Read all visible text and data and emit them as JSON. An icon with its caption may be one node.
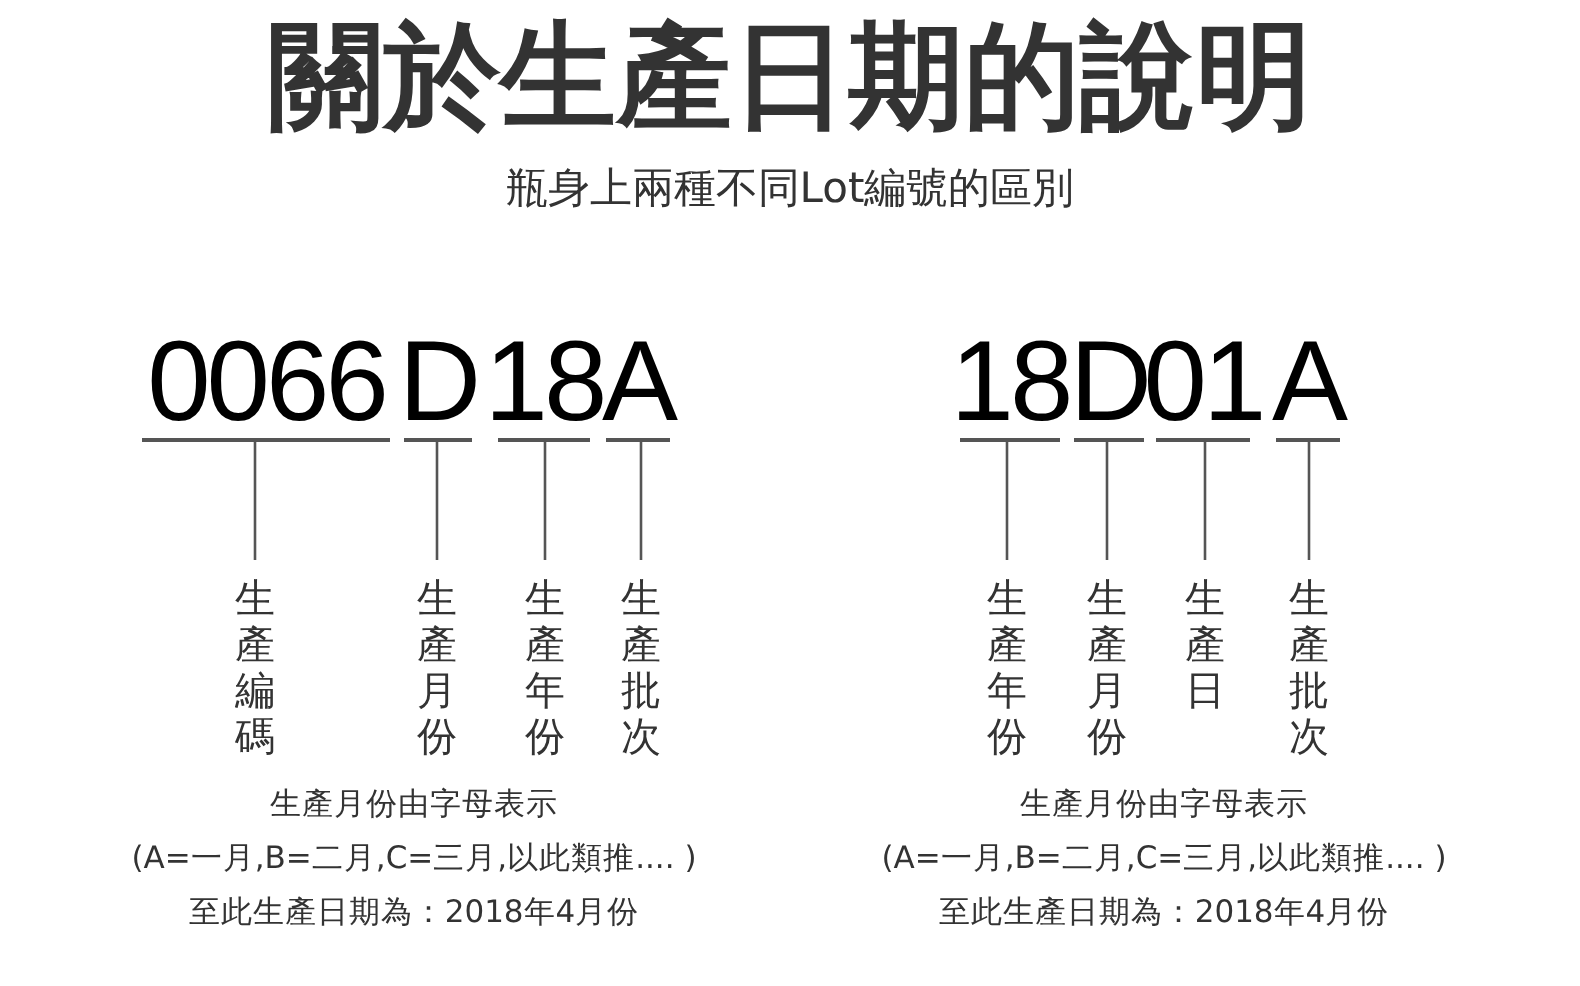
{
  "diagram": {
    "title": "關於生產日期的說明",
    "caption": "瓶身上兩種不同Lot編號的區別",
    "nodes": [
      {
        "text": [
          "0066"
        ]
      },
      {
        "text": [
          "D"
        ]
      },
      {
        "text": [
          "18"
        ]
      },
      {
        "text": [
          "A"
        ]
      },
      {
        "text": [
          "生產編碼"
        ]
      },
      {
        "text": [
          "生產月份"
        ]
      },
      {
        "text": [
          "生產年份"
        ]
      },
      {
        "text": [
          "生產批次"
        ]
      },
      {
        "text": [
          "18"
        ]
      },
      {
        "text": [
          "D"
        ]
      },
      {
        "text": [
          "01"
        ]
      },
      {
        "text": [
          "A"
        ]
      },
      {
        "text": [
          "生產年份"
        ]
      },
      {
        "text": [
          "生產月份"
        ]
      },
      {
        "text": [
          "生產日"
        ]
      },
      {
        "text": [
          "生產批次"
        ]
      }
    ],
    "edges": [
      {
        "from": 0,
        "to": 4,
        "arrow": "none"
      },
      {
        "from": 1,
        "to": 5,
        "arrow": "none"
      },
      {
        "from": 2,
        "to": 6,
        "arrow": "none"
      },
      {
        "from": 3,
        "to": 7,
        "arrow": "none"
      },
      {
        "from": 8,
        "to": 12,
        "arrow": "none"
      },
      {
        "from": 9,
        "to": 13,
        "arrow": "none"
      },
      {
        "from": 10,
        "to": 14,
        "arrow": "none"
      },
      {
        "from": 11,
        "to": 15,
        "arrow": "none"
      }
    ],
    "labels": [
      "生產月份由字母表示",
      "(A=一月,B=二月,C=三月,以此類推.... )",
      "至此生產日期為：2018年4月份",
      "生產月份由字母表示",
      "(A=一月,B=二月,C=三月,以此類推.... )",
      "至此生產日期為：2018年4月份"
    ]
  }
}
